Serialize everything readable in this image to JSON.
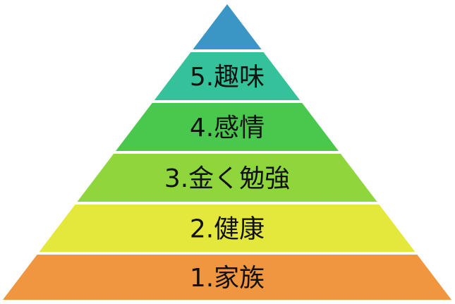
{
  "pyramid": {
    "tiers": [
      {
        "label": "",
        "color": "#3a96c4"
      },
      {
        "label": "5.趣味",
        "color": "#34c29a"
      },
      {
        "label": "4.感情",
        "color": "#49c84d"
      },
      {
        "label": "3.金く勉強",
        "color": "#8fd63c"
      },
      {
        "label": "2.健康",
        "color": "#e3e83b"
      },
      {
        "label": "1.家族",
        "color": "#f0963f"
      }
    ]
  }
}
